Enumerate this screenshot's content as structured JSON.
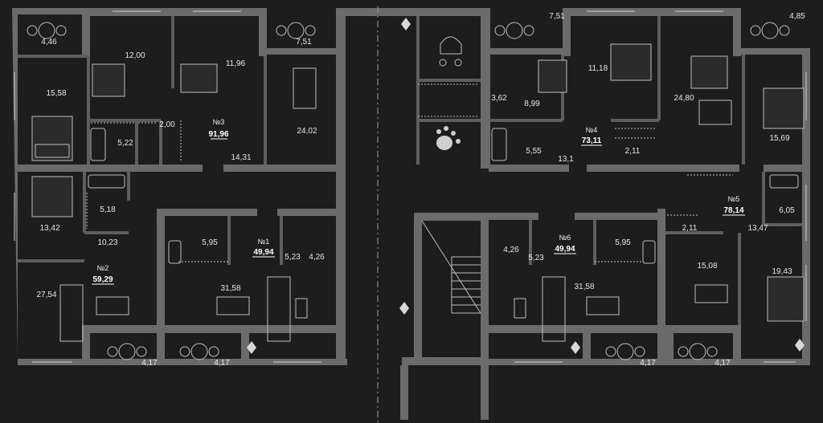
{
  "rooms": [
    {
      "id": "r1",
      "label": "4,46"
    },
    {
      "id": "r2",
      "label": "12,00"
    },
    {
      "id": "r3",
      "label": "11,96"
    },
    {
      "id": "r4",
      "label": "7,51"
    },
    {
      "id": "r5",
      "label": "15,58"
    },
    {
      "id": "r6",
      "label": "5,22"
    },
    {
      "id": "r7",
      "label": "2,00"
    },
    {
      "id": "r8",
      "label": "24,02"
    },
    {
      "id": "r9",
      "label": "14,31"
    },
    {
      "id": "r10",
      "label": "13,42"
    },
    {
      "id": "r11",
      "label": "5,18"
    },
    {
      "id": "r12",
      "label": "10,23"
    },
    {
      "id": "r13",
      "label": "5,95"
    },
    {
      "id": "r14",
      "label": "5,23"
    },
    {
      "id": "r15",
      "label": "4,26"
    },
    {
      "id": "r16",
      "label": "27,54"
    },
    {
      "id": "r17",
      "label": "31,58"
    },
    {
      "id": "r18",
      "label": "4,17"
    },
    {
      "id": "r19",
      "label": "4,17"
    },
    {
      "id": "r20",
      "label": "7,51"
    },
    {
      "id": "r21",
      "label": "4,85"
    },
    {
      "id": "r22",
      "label": "11,18"
    },
    {
      "id": "r23",
      "label": "24,80"
    },
    {
      "id": "r24",
      "label": "3,62"
    },
    {
      "id": "r25",
      "label": "8,99"
    },
    {
      "id": "r26",
      "label": "5,55"
    },
    {
      "id": "r27",
      "label": "13,1"
    },
    {
      "id": "r28",
      "label": "2,11"
    },
    {
      "id": "r29",
      "label": "15,69"
    },
    {
      "id": "r30",
      "label": "6,05"
    },
    {
      "id": "r31",
      "label": "13,47"
    },
    {
      "id": "r32",
      "label": "2,11"
    },
    {
      "id": "r33",
      "label": "4,26"
    },
    {
      "id": "r34",
      "label": "5,23"
    },
    {
      "id": "r35",
      "label": "5,95"
    },
    {
      "id": "r36",
      "label": "15,08"
    },
    {
      "id": "r37",
      "label": "19,43"
    },
    {
      "id": "r38",
      "label": "31,58"
    },
    {
      "id": "r39",
      "label": "4,17"
    },
    {
      "id": "r40",
      "label": "4,17"
    }
  ],
  "apartments": [
    {
      "id": "a3",
      "number": "№3",
      "total": "91,96"
    },
    {
      "id": "a2",
      "number": "№2",
      "total": "59,29"
    },
    {
      "id": "a1",
      "number": "№1",
      "total": "49,94"
    },
    {
      "id": "a4",
      "number": "№4",
      "total": "73,11"
    },
    {
      "id": "a6",
      "number": "№6",
      "total": "49,94"
    },
    {
      "id": "a5",
      "number": "№5",
      "total": "78,14"
    }
  ]
}
